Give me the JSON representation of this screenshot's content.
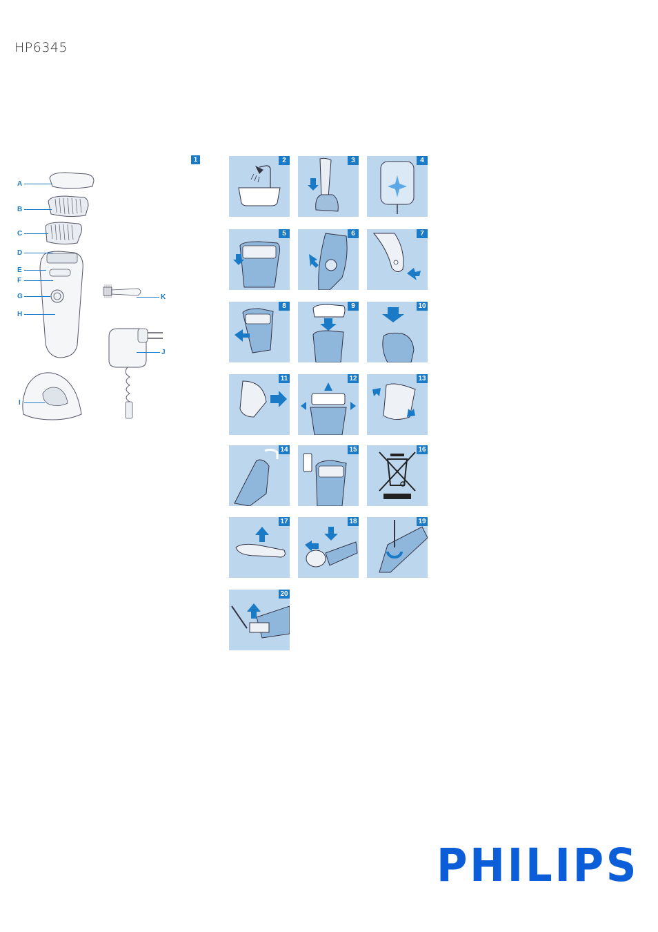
{
  "model": "HP6345",
  "figure1": {
    "number": "1",
    "parts": [
      "A",
      "B",
      "C",
      "D",
      "E",
      "F",
      "G",
      "H",
      "I",
      "J",
      "K"
    ]
  },
  "panels": [
    "2",
    "3",
    "4",
    "5",
    "6",
    "7",
    "8",
    "9",
    "10",
    "11",
    "12",
    "13",
    "14",
    "15",
    "16",
    "17",
    "18",
    "19",
    "20"
  ],
  "brand": "PHILIPS",
  "colors": {
    "accent": "#1a7ac6",
    "panel_bg": "#bcd6ee",
    "brand": "#0b5ed7"
  }
}
